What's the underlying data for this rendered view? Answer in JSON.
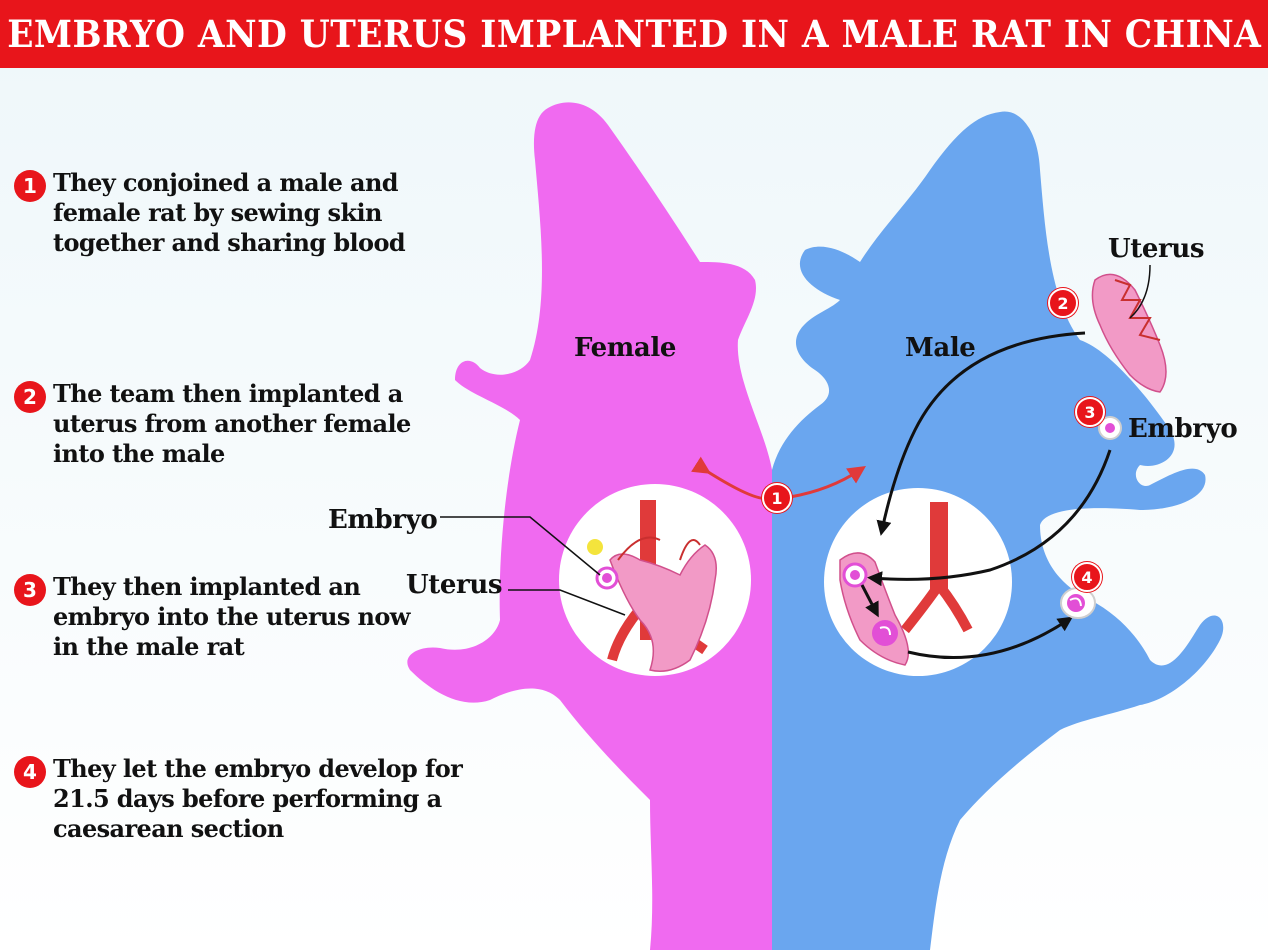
{
  "title": "EMBRYO AND UTERUS IMPLANTED IN A MALE RAT IN CHINA",
  "steps": [
    {
      "num": "1",
      "text": "They conjoined a male and female rat by sewing skin together and sharing blood"
    },
    {
      "num": "2",
      "text": "The team then implanted a uterus from another female into the male"
    },
    {
      "num": "3",
      "text": "They then implanted an embryo into the uterus now in the male rat"
    },
    {
      "num": "4",
      "text": "They let the embryo develop for 21.5 days before performing a caesarean section"
    }
  ],
  "labels": {
    "female": "Female",
    "male": "Male",
    "uterus_left": "Uterus",
    "embryo_left": "Embryo",
    "uterus_right": "Uterus",
    "embryo_right": "Embryo"
  },
  "badges": {
    "b1": "1",
    "b2": "2",
    "b3": "3",
    "b4": "4"
  },
  "colors": {
    "header": "#e8151b",
    "female_rat": "#f06af0",
    "male_rat": "#6aa6ef",
    "uterus": "#f29ac6",
    "artery": "#e03a3a",
    "embryo": "#e24fd6"
  }
}
